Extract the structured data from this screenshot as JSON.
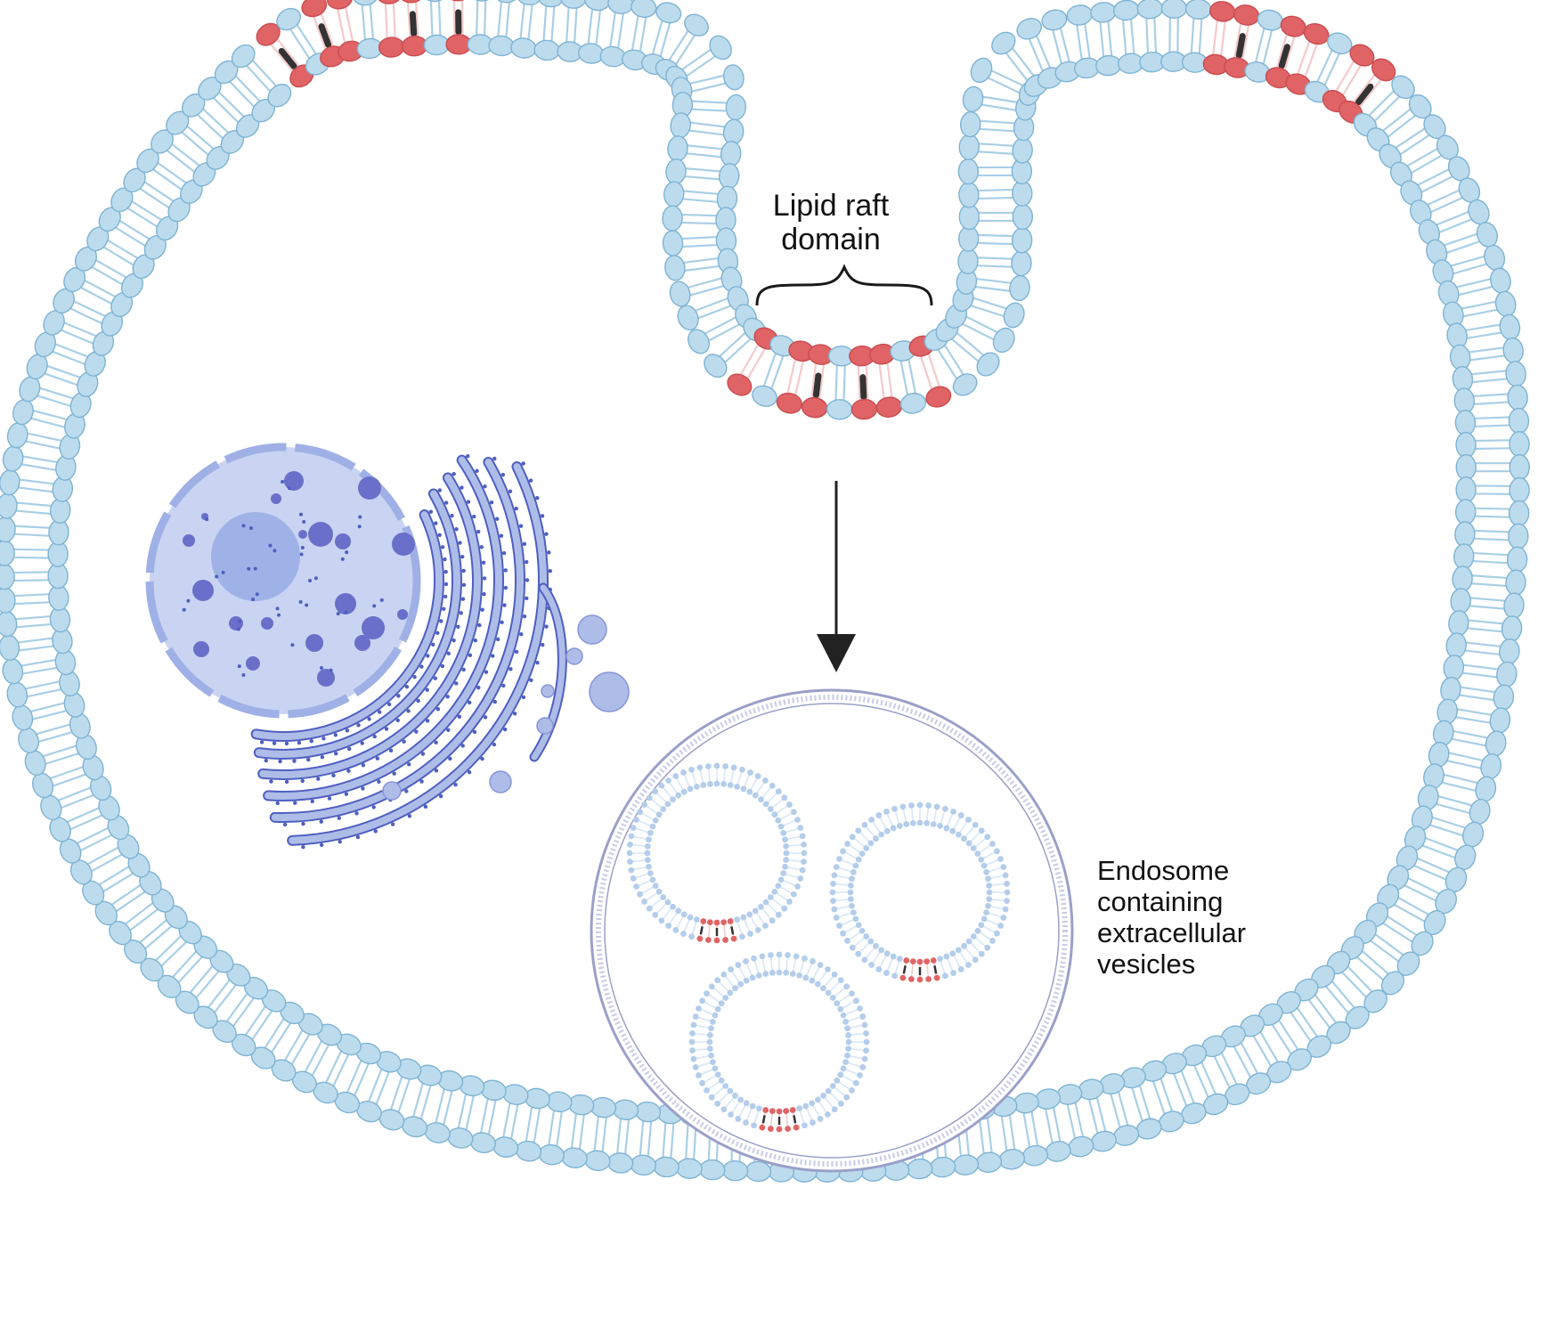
{
  "labels": {
    "lipid_raft": [
      "Lipid raft",
      "domain"
    ],
    "endosome": [
      "Endosome",
      "containing",
      "extracellular",
      "vesicles"
    ]
  },
  "colors": {
    "membrane_head_fill": "#bcdcee",
    "membrane_head_stroke": "#7fb3d3",
    "membrane_tail": "#a9cfe6",
    "raft_head": "#e06466",
    "raft_tail": "#f4caca",
    "cholesterol": "#333333",
    "nucleus_fill": "#c9d4f2",
    "nucleus_stroke": "#9fb0e6",
    "nucleolus": "#9fb2e8",
    "chromatin": "#6a6fc9",
    "er_fill": "#aebde8",
    "er_stroke": "#4f5fc0",
    "endosome_stroke": "#9aa0c8",
    "vesicle_head": "#b4cdea",
    "arrow": "#222222",
    "text": "#111111"
  },
  "icons": {
    "nucleus": "nucleus-icon",
    "er": "endoplasmic-reticulum-icon",
    "golgi": "golgi-vesicles-icon",
    "arrow": "arrow-down-icon",
    "bracket": "curly-brace-icon"
  }
}
